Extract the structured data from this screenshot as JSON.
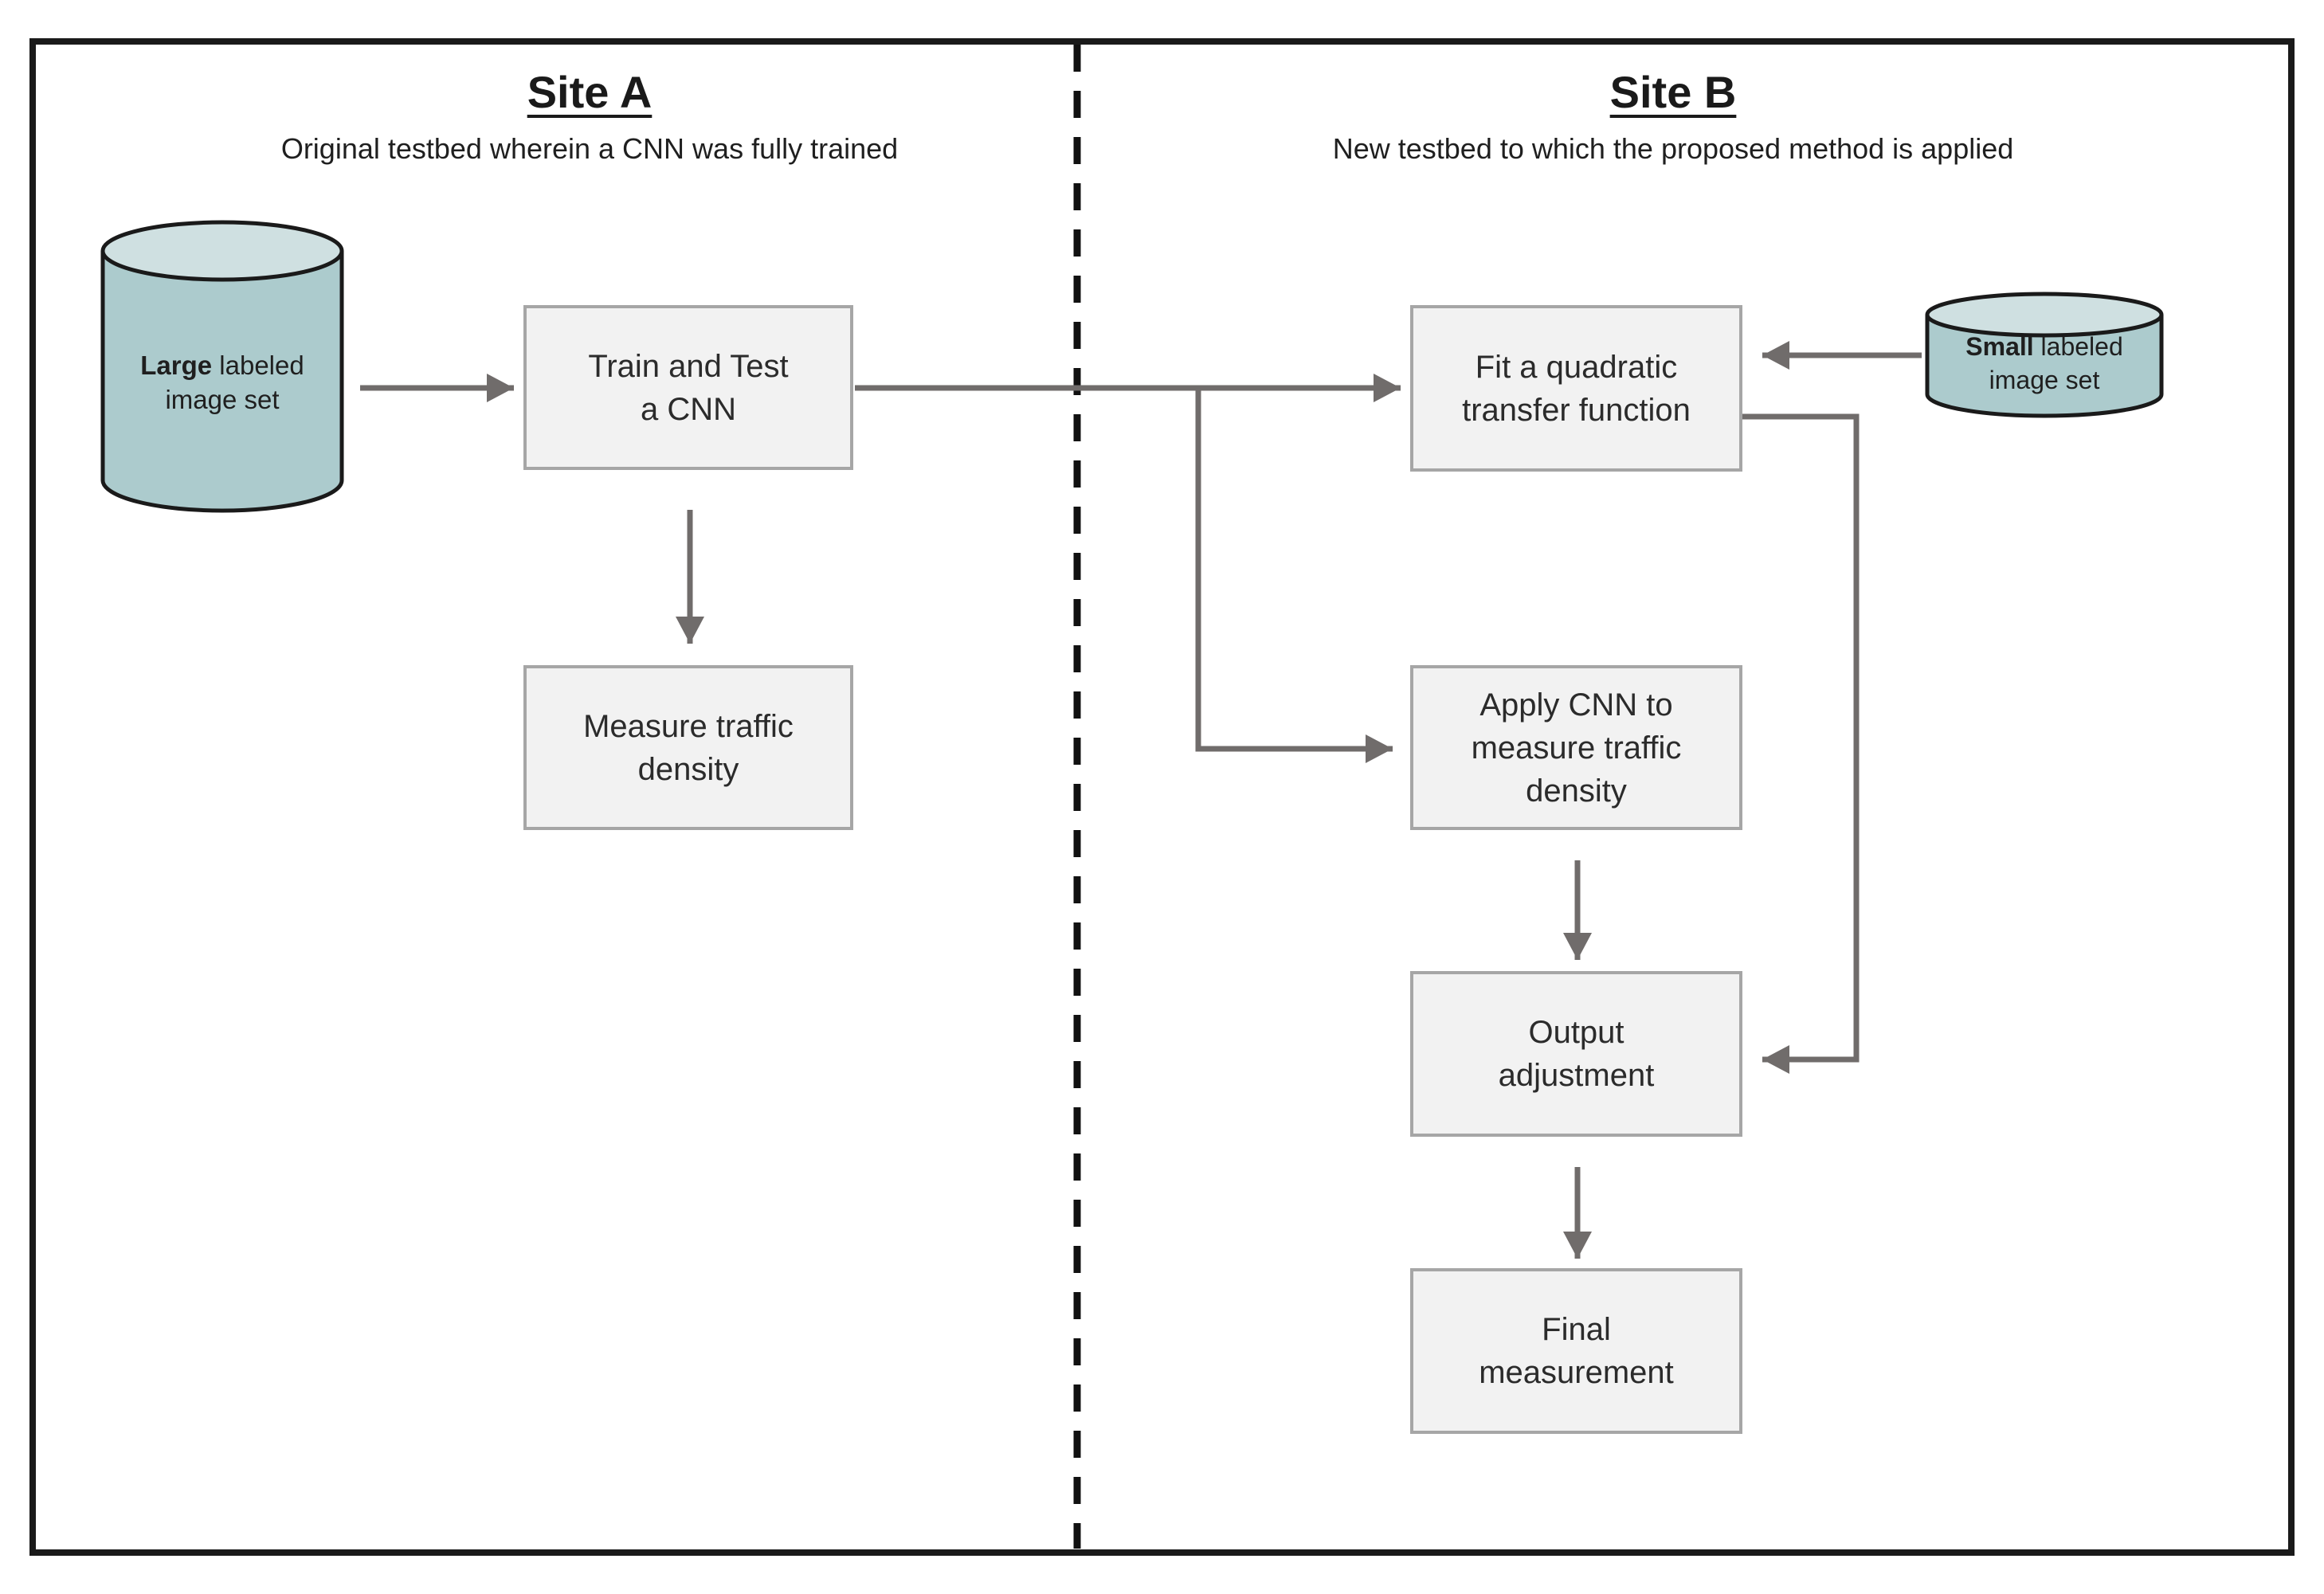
{
  "diagram": {
    "site_a": {
      "title": "Site A",
      "subtitle": "Original testbed wherein a CNN was fully trained",
      "datastore": {
        "bold": "Large",
        "rest": " labeled\nimage set"
      },
      "nodes": {
        "train": "Train and Test\na CNN",
        "measure": "Measure traffic\ndensity"
      }
    },
    "site_b": {
      "title": "Site B",
      "subtitle": "New testbed to which the proposed method is applied",
      "datastore": {
        "bold": "Small",
        "rest": " labeled\nimage set"
      },
      "nodes": {
        "fit": "Fit a quadratic\ntransfer function",
        "apply": "Apply CNN to\nmeasure traffic\ndensity",
        "output": "Output\nadjustment",
        "final": "Final\nmeasurement"
      }
    },
    "colors": {
      "datastore_fill": "#accbcd",
      "datastore_top_fill": "#cfe0e1",
      "datastore_stroke": "#1a1a1a",
      "node_fill": "#f2f2f2",
      "node_border": "#a6a6a6",
      "connector": "#706c6b",
      "frame_border": "#1a1a1a",
      "divider": "#111111"
    }
  }
}
